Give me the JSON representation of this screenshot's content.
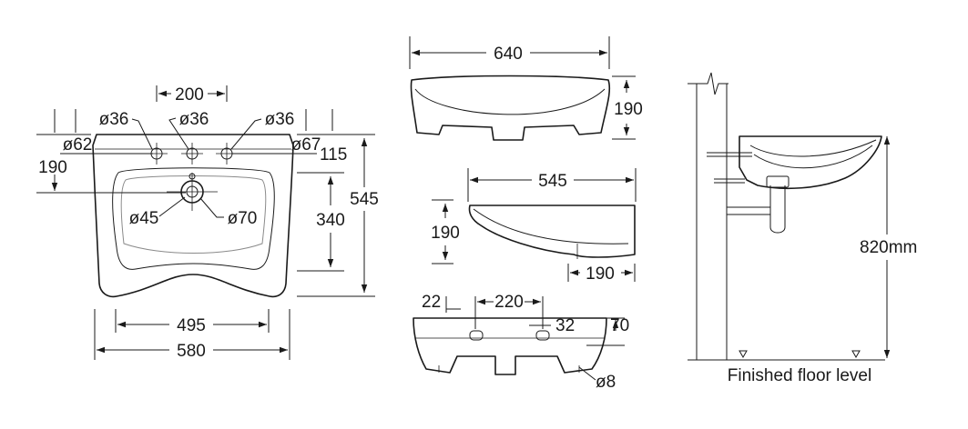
{
  "top_view": {
    "overall_width": "580",
    "inner_width": "495",
    "tap_spacing": "200",
    "tap_hole_left": "ø36",
    "tap_hole_center": "ø36",
    "tap_hole_right": "ø36",
    "left_dia": "ø62",
    "left_height": "190",
    "right_dia": "ø67",
    "right_offset": "115",
    "inner_depth": "340",
    "overall_depth": "545",
    "waste_outer": "ø45",
    "waste_inner": "ø70"
  },
  "front_view": {
    "width": "640",
    "height": "190"
  },
  "side_view": {
    "length": "545",
    "height": "190",
    "bottom_depth": "190"
  },
  "rear_view": {
    "edge_offset": "22",
    "bracket_spacing": "220",
    "slot_width": "32",
    "slot_height": "70",
    "fixing_hole": "ø8"
  },
  "install_view": {
    "rim_height": "820mm",
    "floor_label": "Finished floor level"
  }
}
